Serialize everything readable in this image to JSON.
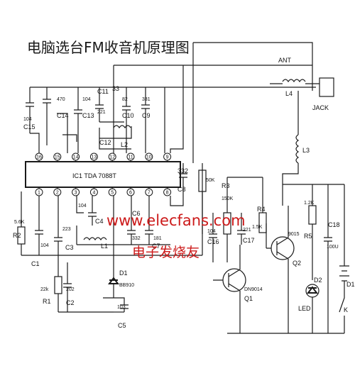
{
  "title": "电脑选台FM收音机原理图",
  "watermark": {
    "site": "www.elecfans.com",
    "site_cn": "电子发烧友"
  },
  "ic": {
    "label": "IC1 TDA 7088T"
  },
  "labels": {
    "ant": "ANT",
    "jack": "JACK",
    "l4": "L4",
    "l3": "L3",
    "l2": "L2",
    "l1": "L1",
    "c15": "C15",
    "c15v": "104",
    "c14": "C14",
    "c14v": "470",
    "c13": "C13",
    "c13v": "104",
    "c11": "C11",
    "c11v": "33",
    "c10": "C10",
    "c10v": "82",
    "c9": "C9",
    "c9v": "331",
    "c12": "C12",
    "c12v": "221",
    "c8": "C8",
    "c8v": "332",
    "c4": "C4",
    "c4v": "104",
    "c3": "C3",
    "c3v": "223",
    "c6": "C6",
    "c6v": "181",
    "c7": "C7",
    "c7v": "332",
    "c1": "C1",
    "c1v": "104",
    "c2": "C2",
    "c2v": "202",
    "c5": "C5",
    "c5v": "103",
    "r2": "R2",
    "r2v": "5.6K",
    "r1": "R1",
    "r1v": "22k",
    "d1": "D1",
    "d1v": "BB910",
    "pot": "50K",
    "r3": "R3",
    "r3v": "150K",
    "c16": "C16",
    "c16v": "104",
    "c17": "C17",
    "c17v": "221",
    "r4": "R4",
    "r4v": "1.5K",
    "q1": "Q1",
    "q1v": "DN9014",
    "q2": "Q2",
    "q2v": "9015",
    "r5": "R5",
    "r5v": "1.2K",
    "c18": "C18",
    "c18v": "100U",
    "d2": "D2",
    "led": "LED",
    "b": "D1",
    "k": "K"
  },
  "pins_top": [
    "16",
    "15",
    "14",
    "13",
    "12",
    "11",
    "10",
    "9"
  ],
  "pins_bottom": [
    "1",
    "2",
    "3",
    "4",
    "5",
    "6",
    "7",
    "8"
  ]
}
